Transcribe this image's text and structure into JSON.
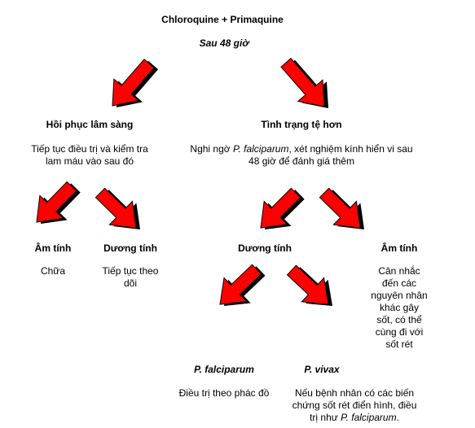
{
  "header": {
    "title": "Chloroquine + Primaquine",
    "subtitle": "Sau 48 giờ"
  },
  "left_branch": {
    "heading": "Hồi phục lâm sàng",
    "description_line1": "Tiếp tục điều trị và kiểm tra",
    "description_line2": "lam máu vào sau đó",
    "negative": {
      "heading": "Âm tính",
      "description": "Chữa"
    },
    "positive": {
      "heading": "Dương tính",
      "description_line1": "Tiếp tục theo",
      "description_line2": "dõi"
    }
  },
  "right_branch": {
    "heading": "Tình trạng tệ hơn",
    "description_pre": "Nghi ngờ ",
    "description_species": "P. falciparum",
    "description_post": ", xét nghiệm kính hiển vi sau",
    "description_line2": "48 giờ để đánh giá thêm",
    "positive": {
      "heading": "Dương tính",
      "falciparum": {
        "heading": "P. falciparum",
        "description": "Điều trị theo phác đồ"
      },
      "vivax": {
        "heading": "P. vivax",
        "description_line1": "Nếu bệnh nhân có các biến",
        "description_line2": "chứng sốt rét điển hình, điều",
        "description_line3_pre": "trị như ",
        "description_line3_species": "P. falciparum",
        "description_line3_post": "."
      }
    },
    "negative": {
      "heading": "Âm tính",
      "description_lines": [
        "Cân nhắc",
        "đến các",
        "nguyên nhân",
        "khác gây",
        "sốt, có thể",
        "cùng đi với",
        "sốt rét"
      ]
    }
  },
  "colors": {
    "arrow_fill": "#ff0000",
    "arrow_shadow": "#000000",
    "text": "#000000",
    "background": "#ffffff"
  }
}
